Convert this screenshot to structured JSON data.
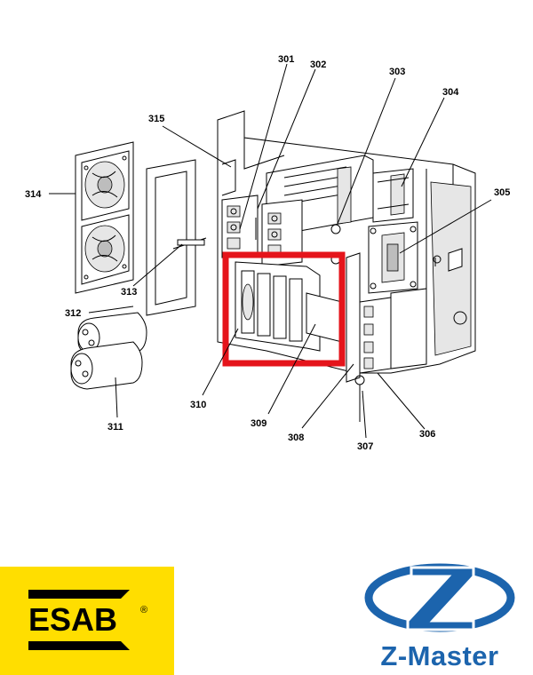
{
  "diagram": {
    "callouts": [
      "301",
      "302",
      "303",
      "304",
      "305",
      "306",
      "307",
      "308",
      "309",
      "310",
      "311",
      "312",
      "313",
      "314",
      "315"
    ],
    "highlight_color": "#e5141b"
  },
  "logos": {
    "esab": {
      "text": "ESAB",
      "mark": "®",
      "background": "#ffde00"
    },
    "zmaster": {
      "text": "Z-Master",
      "color": "#1c64ad"
    }
  }
}
